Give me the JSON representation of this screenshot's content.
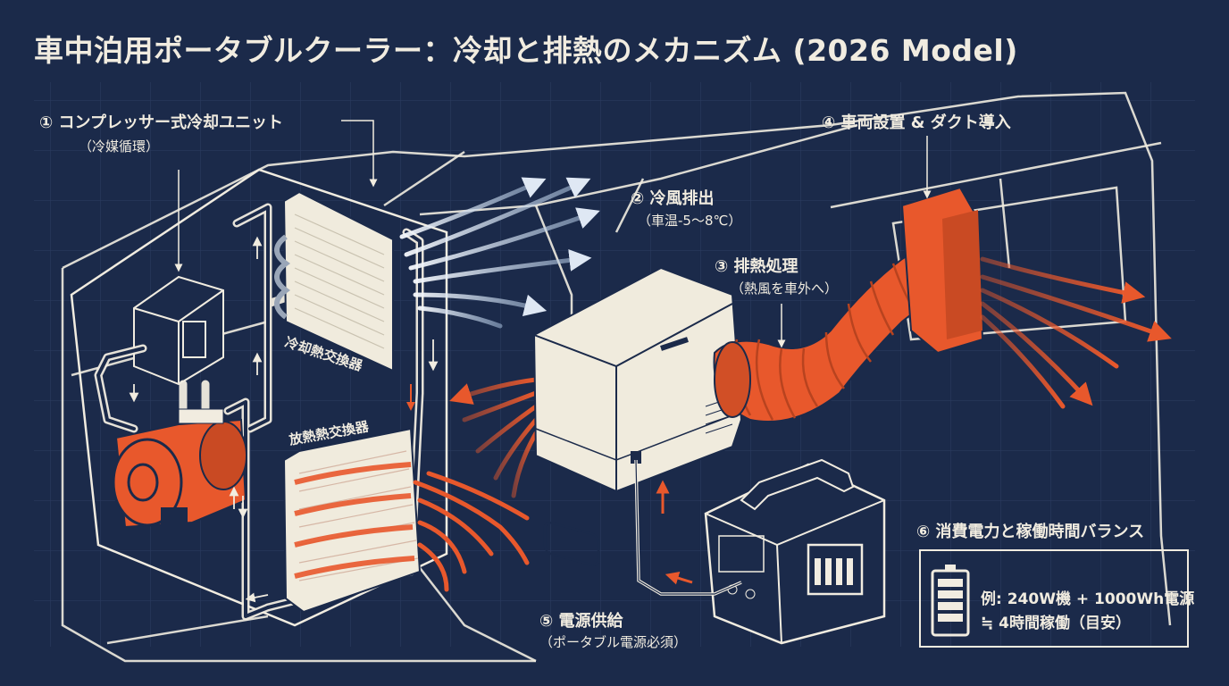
{
  "title": "車中泊用ポータブルクーラー：冷却と排熱のメカニズム (2026 Model)",
  "labels": {
    "compressor": {
      "title": "① コンプレッサー式冷却ユニット",
      "sub": "（冷媒循環）"
    },
    "cool_air": {
      "title": "② 冷風排出",
      "sub": "（車温-5〜8℃）"
    },
    "exhaust": {
      "title": "③ 排熱処理",
      "sub": "（熱風を車外へ）"
    },
    "vehicle": {
      "title": "④ 車両設置 & ダクト導入"
    },
    "power": {
      "title": "⑤ 電源供給",
      "sub": "（ポータブル電源必須）"
    },
    "balance": {
      "title": "⑥ 消費電力と稼働時間バランス",
      "line1": "例: 240W機 + 1000Wh電源",
      "line2": "≒ 4時間稼働（目安）"
    }
  },
  "parts": {
    "cooling_exchanger": "冷却熱交換器",
    "heat_exchanger": "放熱熱交換器"
  },
  "colors": {
    "background": "#1b2a4a",
    "line": "#f1ece0",
    "hot": "#e8582c",
    "cool": "#d9e4f2",
    "unit_body": "#f0ebdd"
  },
  "icons": [
    "battery-icon",
    "arrow-icon",
    "compressor-icon",
    "duct-icon",
    "power-station-icon"
  ]
}
